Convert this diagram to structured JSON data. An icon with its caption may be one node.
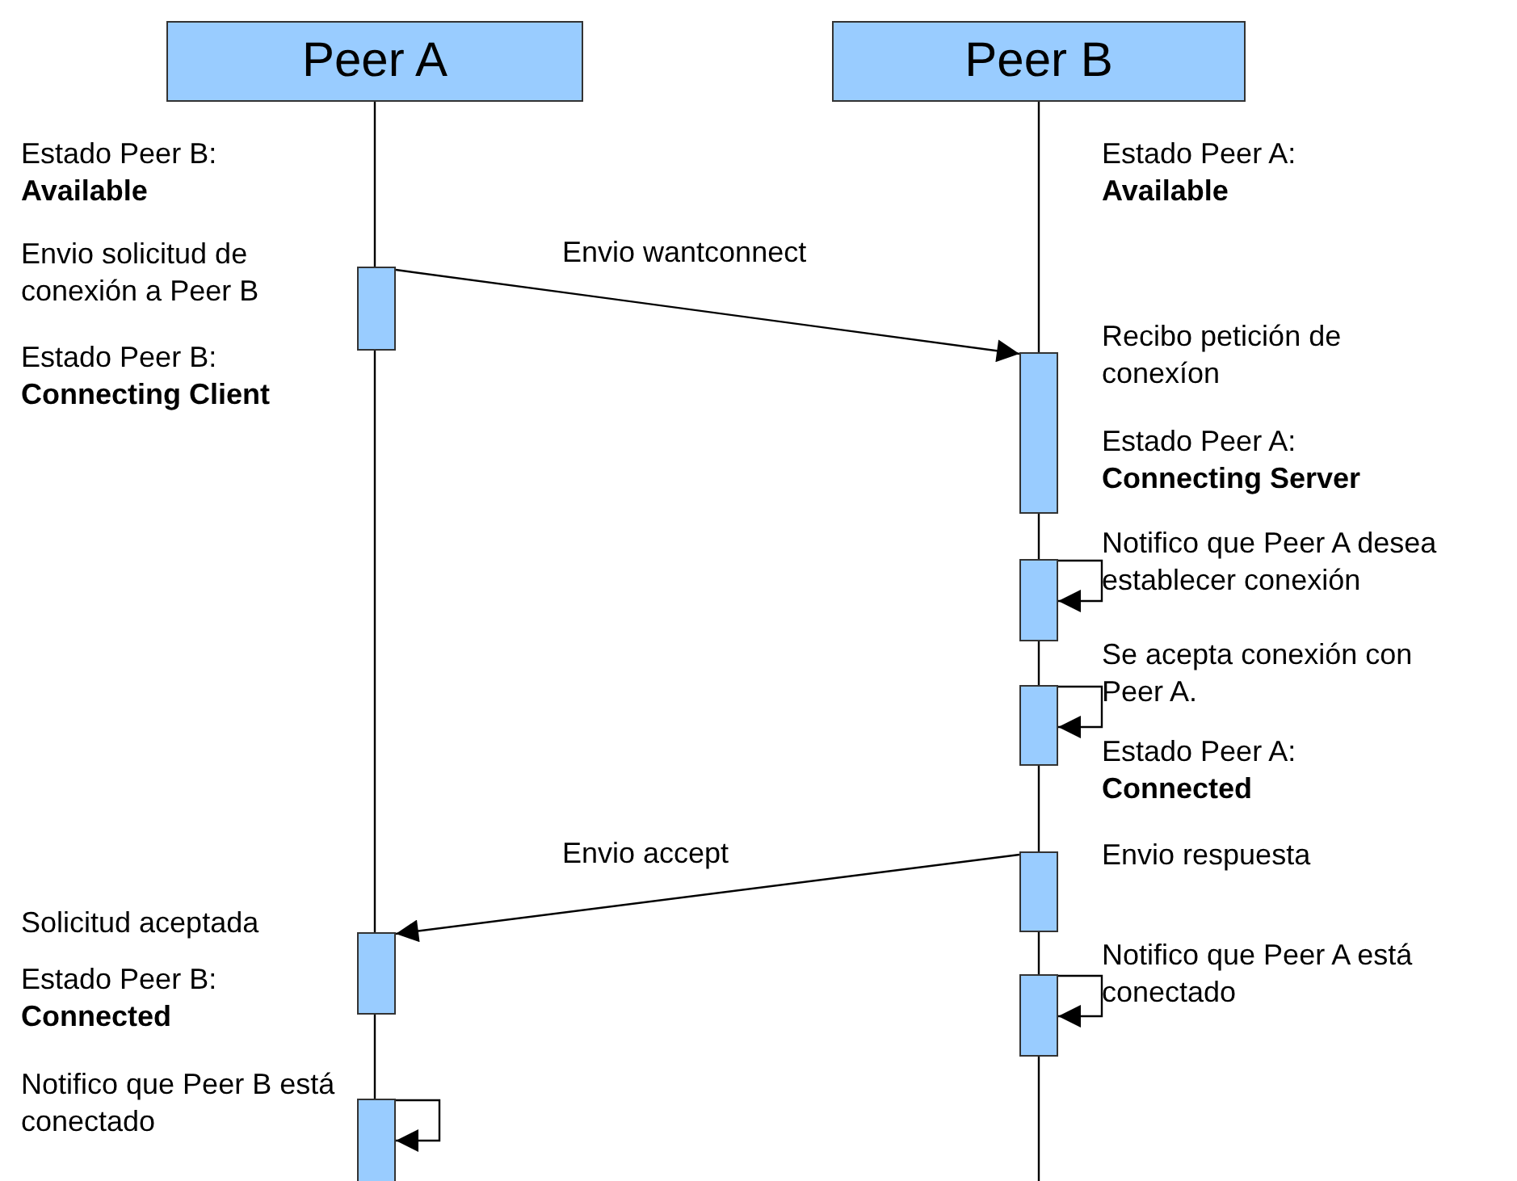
{
  "diagram": {
    "nodes": [
      {
        "text": [
          "Peer A"
        ]
      },
      {
        "text": [
          "Peer B"
        ]
      },
      {
        "text": [],
        "shape": "bar"
      },
      {
        "text": [],
        "shape": "bar"
      },
      {
        "text": [],
        "shape": "bar"
      },
      {
        "text": [],
        "shape": "bar"
      },
      {
        "text": [],
        "shape": "bar"
      },
      {
        "text": [],
        "shape": "bar"
      },
      {
        "text": [],
        "shape": "bar"
      },
      {
        "text": [],
        "shape": "bar"
      }
    ],
    "edges": [
      {
        "from": 2,
        "to": 3,
        "arrow": "to",
        "label": "Envio wantconnect"
      },
      {
        "from": 4,
        "to": 4,
        "arrow": "to"
      },
      {
        "from": 5,
        "to": 5,
        "arrow": "to"
      },
      {
        "from": 6,
        "to": 7,
        "arrow": "to",
        "label": "Envio accept"
      },
      {
        "from": 8,
        "to": 8,
        "arrow": "to"
      },
      {
        "from": 9,
        "to": 9,
        "arrow": "to"
      }
    ],
    "labels": [
      "Estado Peer B: **Available**",
      "Estado Peer A: **Available**",
      "Envio solicitud de conexión a Peer B",
      "Recibo petición de conexíon",
      "Estado Peer B: **Connecting Client**",
      "Estado Peer A: **Connecting Server**",
      "Notifico que Peer A desea establecer conexión",
      "Se acepta conexión con Peer A.",
      "Estado Peer A: **Connected**",
      "Envio respuesta",
      "Solicitud aceptada",
      "Notifico que Peer A está conectado",
      "Estado Peer B: **Connected**",
      "Notifico que Peer B está conectado"
    ]
  }
}
